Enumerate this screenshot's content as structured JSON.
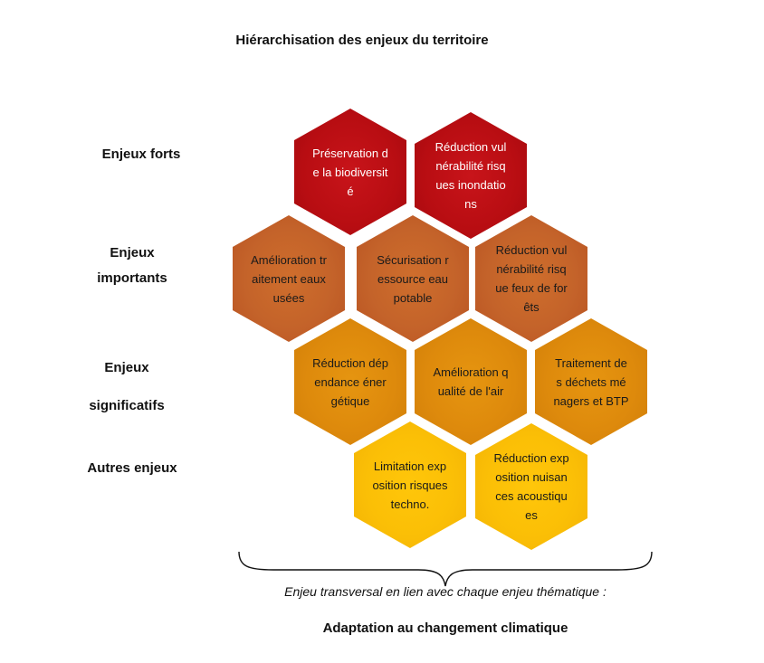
{
  "title": "Hiérarchisation des enjeux du territoire",
  "levels": [
    {
      "label_lines": [
        "Enjeux forts"
      ],
      "hexagons": [
        "Préservation de la biodiversité",
        "Réduction vulnérabilité risques inondations"
      ],
      "color": "#c0101a"
    },
    {
      "label_lines": [
        "Enjeux",
        "importants"
      ],
      "hexagons": [
        "Amélioration traitement eaux usées",
        "Sécurisation ressource eau potable",
        "Réduction vulnérabilité risque feux de forêts"
      ],
      "color": "#c4632a"
    },
    {
      "label_lines": [
        "Enjeux",
        "significatifs"
      ],
      "hexagons": [
        "Réduction dépendance énergétique",
        "Amélioration qualité de l'air",
        "Traitement des déchets ménagers et BTP"
      ],
      "color": "#de8a0c"
    },
    {
      "label_lines": [
        "Autres enjeux"
      ],
      "hexagons": [
        "Limitation exposition risques techno.",
        "Réduction exposition nuisances acoustiques"
      ],
      "color": "#fbbf06"
    }
  ],
  "transversal_note": "Enjeu transversal en lien avec chaque enjeu thématique :",
  "transversal_title": "Adaptation au changement climatique"
}
